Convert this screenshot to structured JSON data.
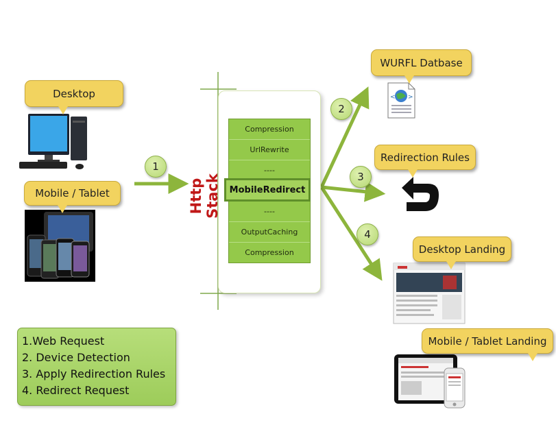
{
  "callouts": {
    "desktop": "Desktop",
    "mobile_tablet": "Mobile / Tablet",
    "wurfl": "WURFL Datbase",
    "redirection_rules": "Redirection Rules",
    "desktop_landing": "Desktop Landing",
    "mobile_landing": "Mobile / Tablet Landing"
  },
  "steps_markers": [
    "1",
    "2",
    "3",
    "4"
  ],
  "http_stack": {
    "title": "Http Stack",
    "rows": [
      "Compression",
      "UrlRewrite",
      "----",
      "MobileRedirect",
      "----",
      "OutputCaching",
      "Compression"
    ]
  },
  "steps": [
    "1.Web Request",
    "2. Device Detection",
    "3. Apply Redirection Rules",
    "4. Redirect Request"
  ],
  "colors": {
    "arrow": "#8db53c",
    "callout": "#f2d35f",
    "stack": "#94c94a",
    "title": "#c01818"
  }
}
